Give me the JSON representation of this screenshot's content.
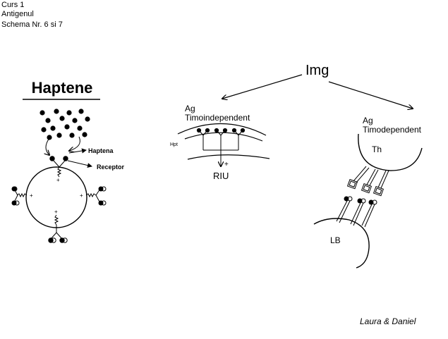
{
  "header": {
    "line1": "Curs 1",
    "line2": "Antigenul",
    "line3": "Schema Nr. 6 si 7"
  },
  "left_panel": {
    "title": "Haptene",
    "hapten_label": "Haptena",
    "receptor_label": "Receptor",
    "plus_sign": "+"
  },
  "center": {
    "img_label": "Img"
  },
  "middle_panel": {
    "ag_line1": "Ag",
    "ag_line2": "Timoindependent",
    "hpt_label": "Hpt",
    "riu_label": "RIU",
    "plus_sign": "+"
  },
  "right_panel": {
    "ag_line1": "Ag",
    "ag_line2": "Timodependent",
    "th_label": "Th",
    "lb_label": "LB"
  },
  "footer": {
    "credit": "Laura & Daniel"
  }
}
